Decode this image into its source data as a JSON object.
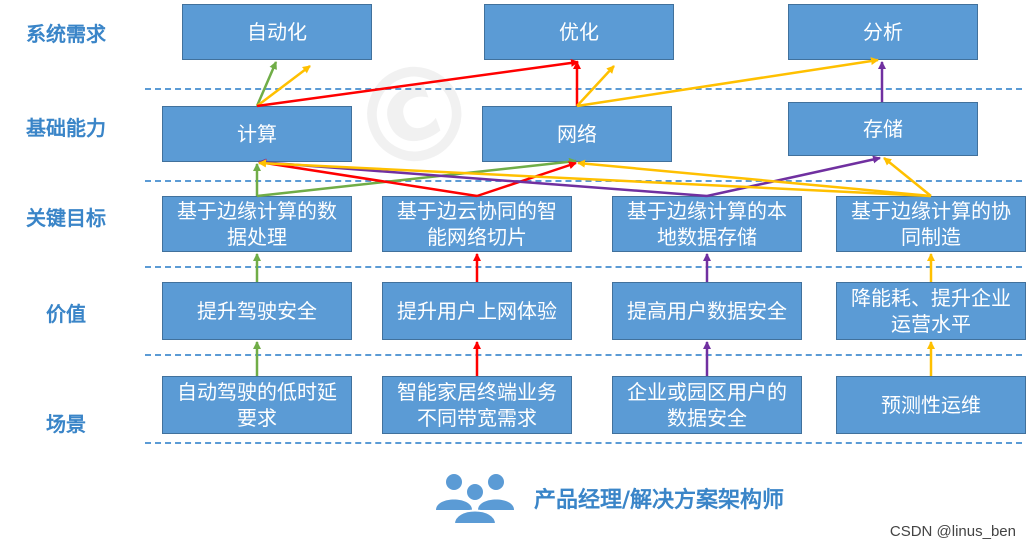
{
  "rows": {
    "system_requirements": "系统需求",
    "basic_capability": "基础能力",
    "key_goals": "关键目标",
    "value": "价值",
    "scenario": "场景"
  },
  "system": {
    "automation": "自动化",
    "optimization": "优化",
    "analysis": "分析"
  },
  "capability": {
    "compute": "计算",
    "network": "网络",
    "storage": "存储"
  },
  "goals": {
    "edge_data_processing": "基于边缘计算的数据处理",
    "edge_cloud_slicing": "基于边云协同的智能网络切片",
    "edge_local_storage": "基于边缘计算的本地数据存储",
    "edge_collab_manufacturing": "基于边缘计算的协同制造"
  },
  "values": {
    "driving_safety": "提升驾驶安全",
    "user_experience": "提升用户上网体验",
    "data_security": "提高用户数据安全",
    "energy_efficiency": "降能耗、提升企业运营水平"
  },
  "scenarios": {
    "autonomous_driving": "自动驾驶的低时延要求",
    "smart_home": "智能家居终端业务不同带宽需求",
    "enterprise_data": "企业或园区用户的数据安全",
    "predictive_maintenance": "预测性运维"
  },
  "footer": {
    "role": "产品经理/解决方案架构师",
    "icon": "users-group-icon"
  },
  "credit": "CSDN @linus_ben",
  "colors": {
    "box_fill": "#5b9bd5",
    "green": "#70ad47",
    "red": "#ff0000",
    "purple": "#7030a0",
    "yellow": "#ffc000"
  }
}
